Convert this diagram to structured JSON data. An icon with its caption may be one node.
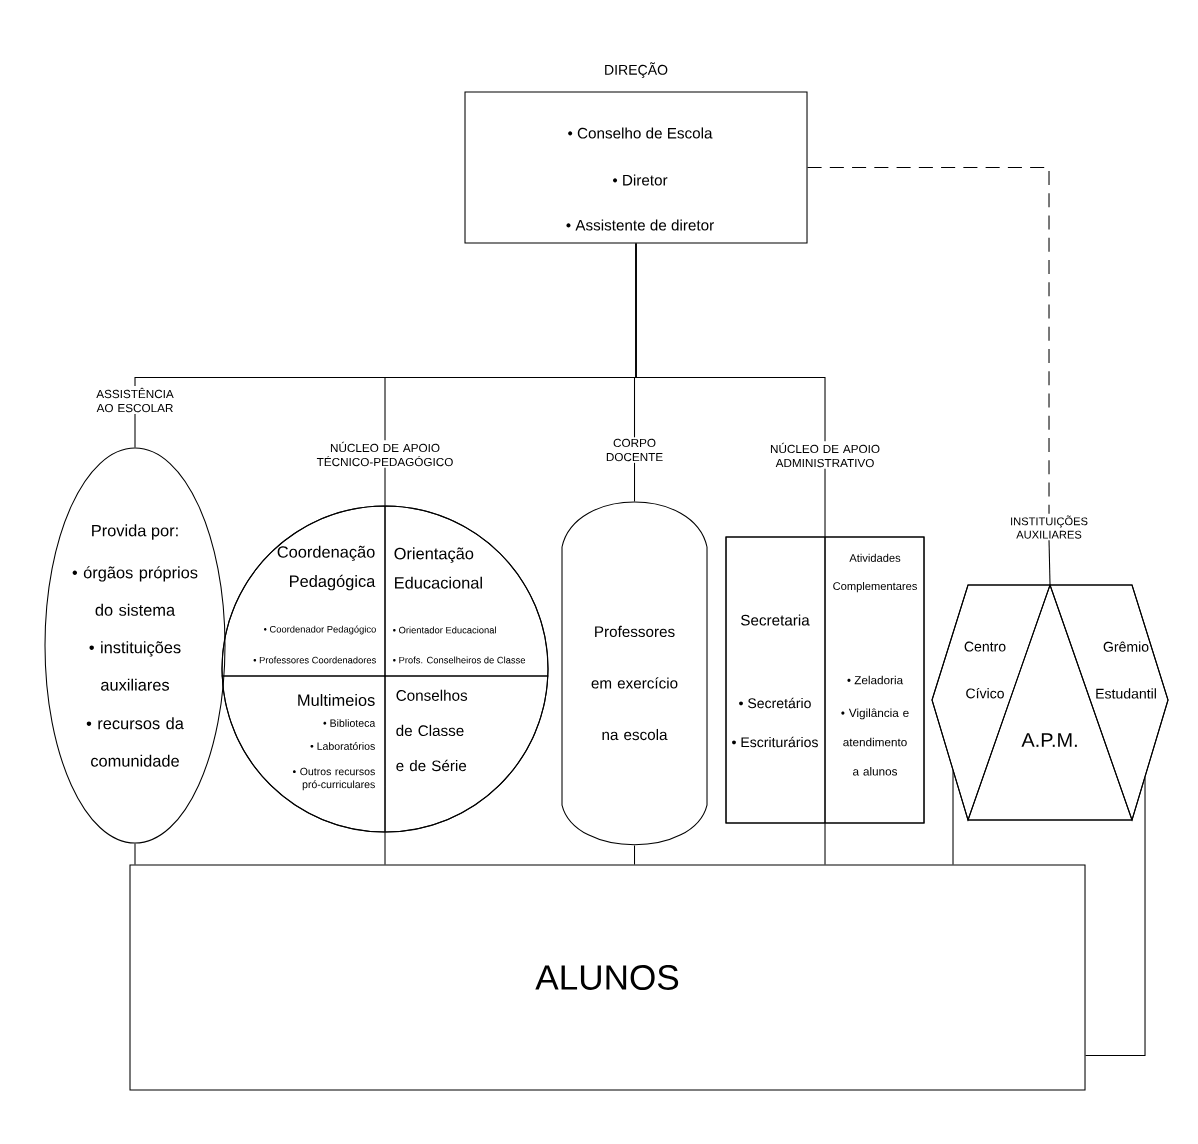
{
  "diagram": {
    "nodes": [
      {
        "text": [
          "DIREÇÃO",
          "• Conselho de Escola",
          "• Diretor",
          "• Assistente de diretor"
        ]
      },
      {
        "text": [
          "ASSISTÊNCIA AO ESCOLAR",
          "Provida por:",
          "• órgãos próprios do sistema",
          "• instituições auxiliares",
          "• recursos da comunidade"
        ]
      },
      {
        "text": [
          "NÚCLEO DE APOIO TÉCNICO-PEDAGÓGICO"
        ]
      },
      {
        "text": [
          "Coordenação Pedagógica",
          "• Coordenador Pedagógico",
          "• Professores Coordenadores"
        ],
        "in": 2
      },
      {
        "text": [
          "Orientação Educacional",
          "• Orientador Educacional",
          "• Profs. Conselheiros de Classe"
        ],
        "in": 2
      },
      {
        "text": [
          "Multimeios",
          "• Biblioteca",
          "• Laboratórios",
          "• Outros recursos pró-curriculares"
        ],
        "in": 2
      },
      {
        "text": [
          "Conselhos de Classe e de Série"
        ],
        "in": 2
      },
      {
        "text": [
          "CORPO DOCENTE",
          "Professores em exercício na escola"
        ]
      },
      {
        "text": [
          "NÚCLEO DE APOIO ADMINISTRATIVO"
        ]
      },
      {
        "text": [
          "Secretaria",
          "• Secretário",
          "• Escriturários"
        ],
        "in": 8
      },
      {
        "text": [
          "Atividades Complementares",
          "• Zeladoria",
          "• Vigilância e atendimento a alunos"
        ],
        "in": 8
      },
      {
        "text": [
          "INSTITUIÇÕES AUXILIARES"
        ]
      },
      {
        "text": [
          "Centro Cívico"
        ],
        "in": 11
      },
      {
        "text": [
          "A.P.M."
        ],
        "in": 11
      },
      {
        "text": [
          "Grêmio Estudantil"
        ],
        "in": 11
      },
      {
        "text": [
          "ALUNOS"
        ]
      }
    ],
    "edges": [
      {
        "from": 0,
        "to": 1,
        "arrow": "none"
      },
      {
        "from": 0,
        "to": 2,
        "arrow": "none"
      },
      {
        "from": 0,
        "to": 7,
        "arrow": "none"
      },
      {
        "from": 0,
        "to": 8,
        "arrow": "none"
      },
      {
        "from": 0,
        "to": 11,
        "arrow": "none",
        "style": "dashed"
      },
      {
        "from": 1,
        "to": 15,
        "arrow": "none"
      },
      {
        "from": 2,
        "to": 15,
        "arrow": "none"
      },
      {
        "from": 7,
        "to": 15,
        "arrow": "none"
      },
      {
        "from": 8,
        "to": 15,
        "arrow": "none"
      },
      {
        "from": 12,
        "to": 15,
        "arrow": "none"
      },
      {
        "from": 14,
        "to": 15,
        "arrow": "none"
      }
    ]
  }
}
